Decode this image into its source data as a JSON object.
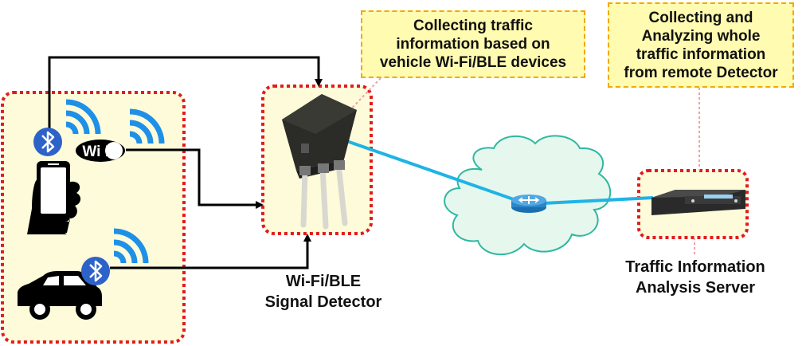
{
  "callouts": {
    "detector": {
      "lines": [
        "Collecting traffic",
        "information based on",
        "vehicle Wi-Fi/BLE devices"
      ]
    },
    "server": {
      "lines": [
        "Collecting and",
        "Analyzing whole",
        "traffic information",
        "from remote Detector"
      ]
    }
  },
  "labels": {
    "detector": [
      "Wi-Fi/BLE",
      "Signal Detector"
    ],
    "server": [
      "Traffic Information",
      "Analysis Server"
    ]
  },
  "badges": {
    "wifi": "Wi Fi"
  },
  "icons": {
    "bluetooth_phone": "bluetooth-icon",
    "bluetooth_car": "bluetooth-icon",
    "wifi_badge": "wifi-badge-icon",
    "phone": "smartphone-hand-icon",
    "car": "car-icon",
    "router": "router-icon",
    "cloud": "cloud-icon",
    "server": "rack-server-icon",
    "detector": "wifi-access-point-icon"
  },
  "colors": {
    "zone_fill": "#fdfbd9",
    "zone_border": "#e31b1b",
    "link": "#1fb3e6",
    "cloud_fill": "#e6f7ee",
    "cloud_stroke": "#2fb8a0",
    "signal": "#1e90e8",
    "callout_fill": "#fffbb0",
    "callout_border": "#f2a900"
  }
}
